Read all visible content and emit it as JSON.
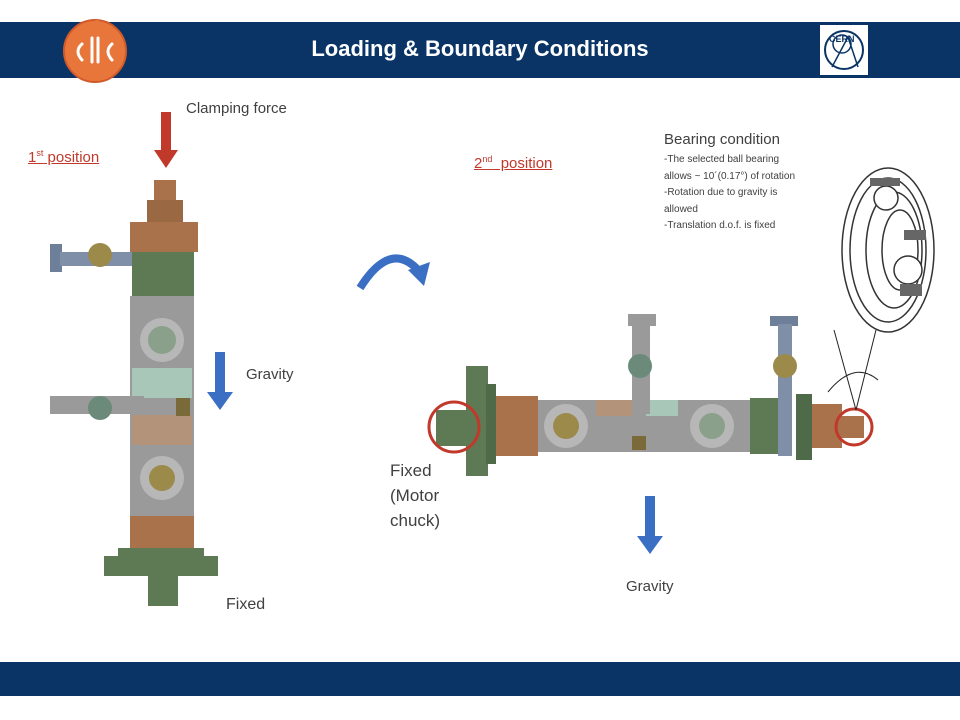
{
  "slide": {
    "title": "Loading & Boundary Conditions",
    "logo_left": "clic",
    "logo_right": "CERN"
  },
  "left_figure": {
    "position_label": {
      "num": "1",
      "sup": "st",
      "text": " position"
    },
    "clamping_label": "Clamping force",
    "gravity_label": "Gravity",
    "fixed_label": "Fixed"
  },
  "right_figure": {
    "position_label": {
      "num": "2",
      "sup": "nd",
      "text": "  position"
    },
    "gravity_label": "Gravity",
    "fixed_lines": [
      "Fixed",
      "(Motor",
      "chuck)"
    ]
  },
  "bearing": {
    "heading": "Bearing condition",
    "lines": [
      "-The selected ball bearing",
      "allows ~ 10´(0.17°) of rotation",
      "-Rotation due to gravity is",
      "allowed",
      "-Translation d.o.f. is fixed"
    ]
  },
  "colors": {
    "header_bg": "#0b3466",
    "arrow_red": "#c0392b",
    "arrow_blue": "#3a6fc4",
    "copper": "#a9724a",
    "green": "#5d7a55",
    "grey": "#9a9a9a"
  },
  "icons": [
    "clic-logo",
    "cern-logo",
    "red-down-arrow",
    "blue-down-arrow",
    "curved-rotation-arrow",
    "ball-bearing-drawing"
  ]
}
